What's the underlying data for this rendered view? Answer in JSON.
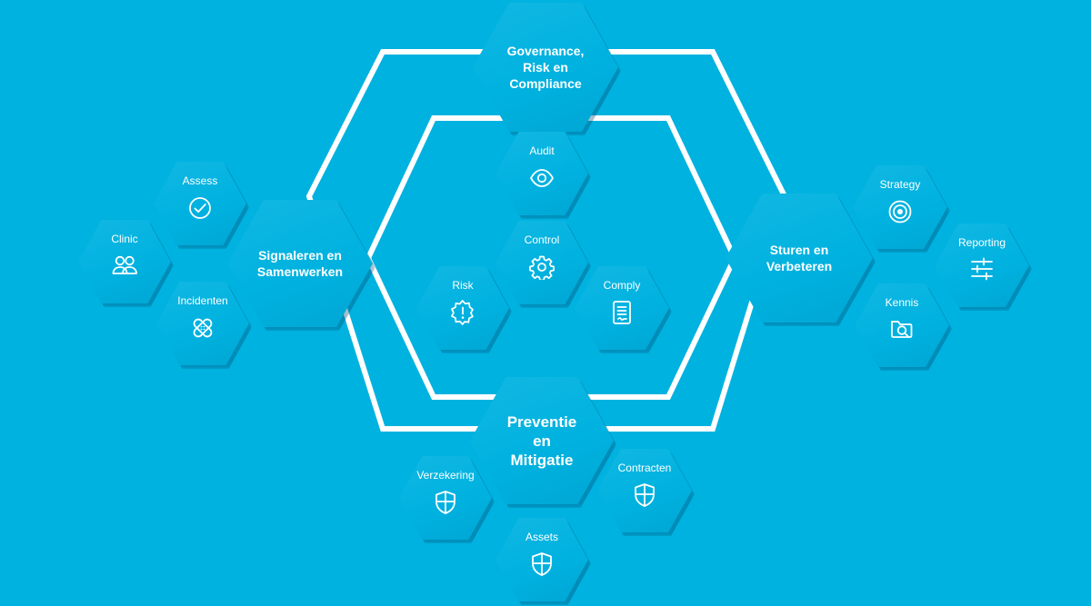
{
  "colors": {
    "background": "#00b2e0",
    "line": "#ffffff",
    "text": "#ffffff"
  },
  "nodes": [
    {
      "id": "governance",
      "kind": "big",
      "lines": [
        "Governance,",
        "Risk en",
        "Compliance"
      ]
    },
    {
      "id": "signaleren",
      "kind": "big",
      "lines": [
        "Signaleren en",
        "Samenwerken"
      ]
    },
    {
      "id": "sturen",
      "kind": "big",
      "lines": [
        "Sturen en",
        "Verbeteren"
      ]
    },
    {
      "id": "preventie",
      "kind": "big",
      "lines": [
        "Preventie",
        "en",
        "Mitigatie"
      ]
    },
    {
      "id": "audit",
      "kind": "small",
      "label": "Audit",
      "icon": "eye-icon"
    },
    {
      "id": "control",
      "kind": "small",
      "label": "Control",
      "icon": "gear-icon"
    },
    {
      "id": "risk",
      "kind": "small",
      "label": "Risk",
      "icon": "alert-badge-icon"
    },
    {
      "id": "comply",
      "kind": "small",
      "label": "Comply",
      "icon": "document-icon"
    },
    {
      "id": "assess",
      "kind": "small",
      "label": "Assess",
      "icon": "check-circle-icon"
    },
    {
      "id": "clinic",
      "kind": "small",
      "label": "Clinic",
      "icon": "people-icon"
    },
    {
      "id": "incidenten",
      "kind": "small",
      "label": "Incidenten",
      "icon": "bandage-icon"
    },
    {
      "id": "strategy",
      "kind": "small",
      "label": "Strategy",
      "icon": "target-icon"
    },
    {
      "id": "reporting",
      "kind": "small",
      "label": "Reporting",
      "icon": "sliders-icon"
    },
    {
      "id": "kennis",
      "kind": "small",
      "label": "Kennis",
      "icon": "folder-search-icon"
    },
    {
      "id": "verzekering",
      "kind": "small",
      "label": "Verzekering",
      "icon": "shield-icon"
    },
    {
      "id": "contracten",
      "kind": "small",
      "label": "Contracten",
      "icon": "shield-icon"
    },
    {
      "id": "assets",
      "kind": "small",
      "label": "Assets",
      "icon": "shield-icon"
    }
  ]
}
